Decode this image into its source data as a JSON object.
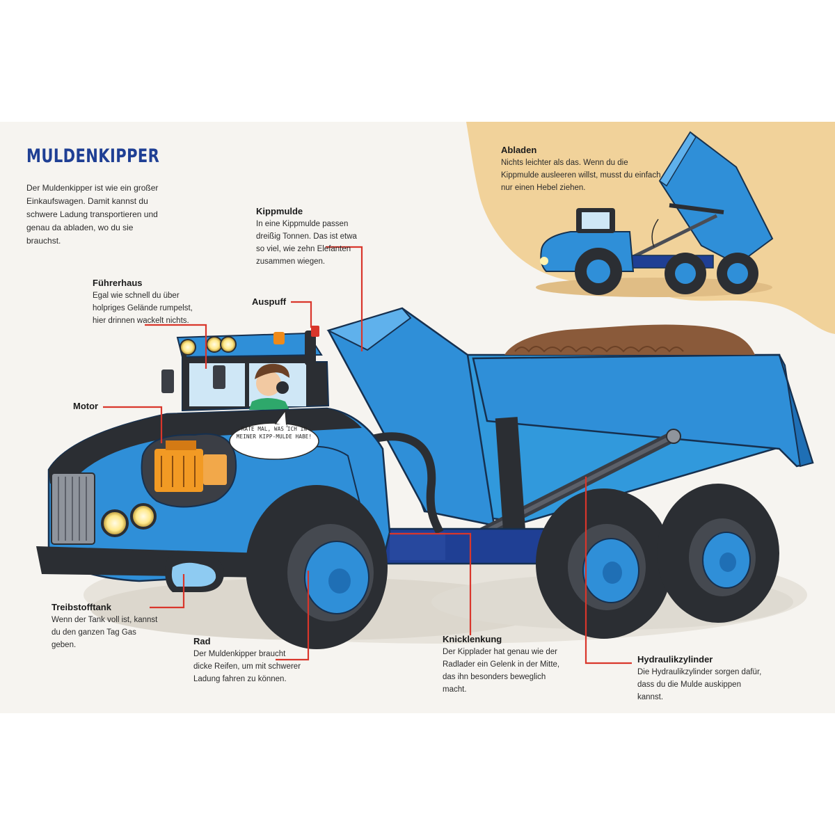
{
  "title": "MULDENKIPPER",
  "intro": "Der Muldenkipper ist wie ein großer Einkaufswagen. Damit kannst du schwere Ladung transportieren und genau da abladen, wo du sie brauchst.",
  "speech_bubble": "RATE MAL, WAS ICH IN MEINER KIPP-MULDE HABE!",
  "colors": {
    "title": "#1f3f94",
    "callout_line": "#d9362b",
    "truck_blue": "#2f8fd8",
    "truck_dark": "#2b2e33",
    "sand_panel": "#f1d29a"
  },
  "labels": {
    "abladen": {
      "heading": "Abladen",
      "text": "Nichts leichter als das. Wenn du die Kippmulde ausleeren willst, musst du einfach nur einen Hebel ziehen."
    },
    "kippmulde": {
      "heading": "Kippmulde",
      "text": "In eine Kippmulde passen dreißig Tonnen. Das ist etwa so viel, wie zehn Elefanten zusammen wiegen."
    },
    "fuehrerhaus": {
      "heading": "Führerhaus",
      "text": "Egal wie schnell du über holpriges Gelände rumpelst, hier drinnen wackelt nichts."
    },
    "auspuff": {
      "heading": "Auspuff"
    },
    "motor": {
      "heading": "Motor"
    },
    "treibstofftank": {
      "heading": "Treibstofftank",
      "text": "Wenn der Tank voll ist, kannst du den ganzen Tag Gas geben."
    },
    "rad": {
      "heading": "Rad",
      "text": "Der Muldenkipper braucht dicke Reifen, um mit schwerer Ladung fahren zu können."
    },
    "knicklenkung": {
      "heading": "Knicklenkung",
      "text": "Der Kipplader hat genau wie der Radlader ein Gelenk in der Mitte, das ihn besonders beweglich macht."
    },
    "hydraulikzylinder": {
      "heading": "Hydraulikzylinder",
      "text": "Die Hydraulikzylinder sorgen dafür, dass du die Mulde auskippen kannst."
    }
  }
}
